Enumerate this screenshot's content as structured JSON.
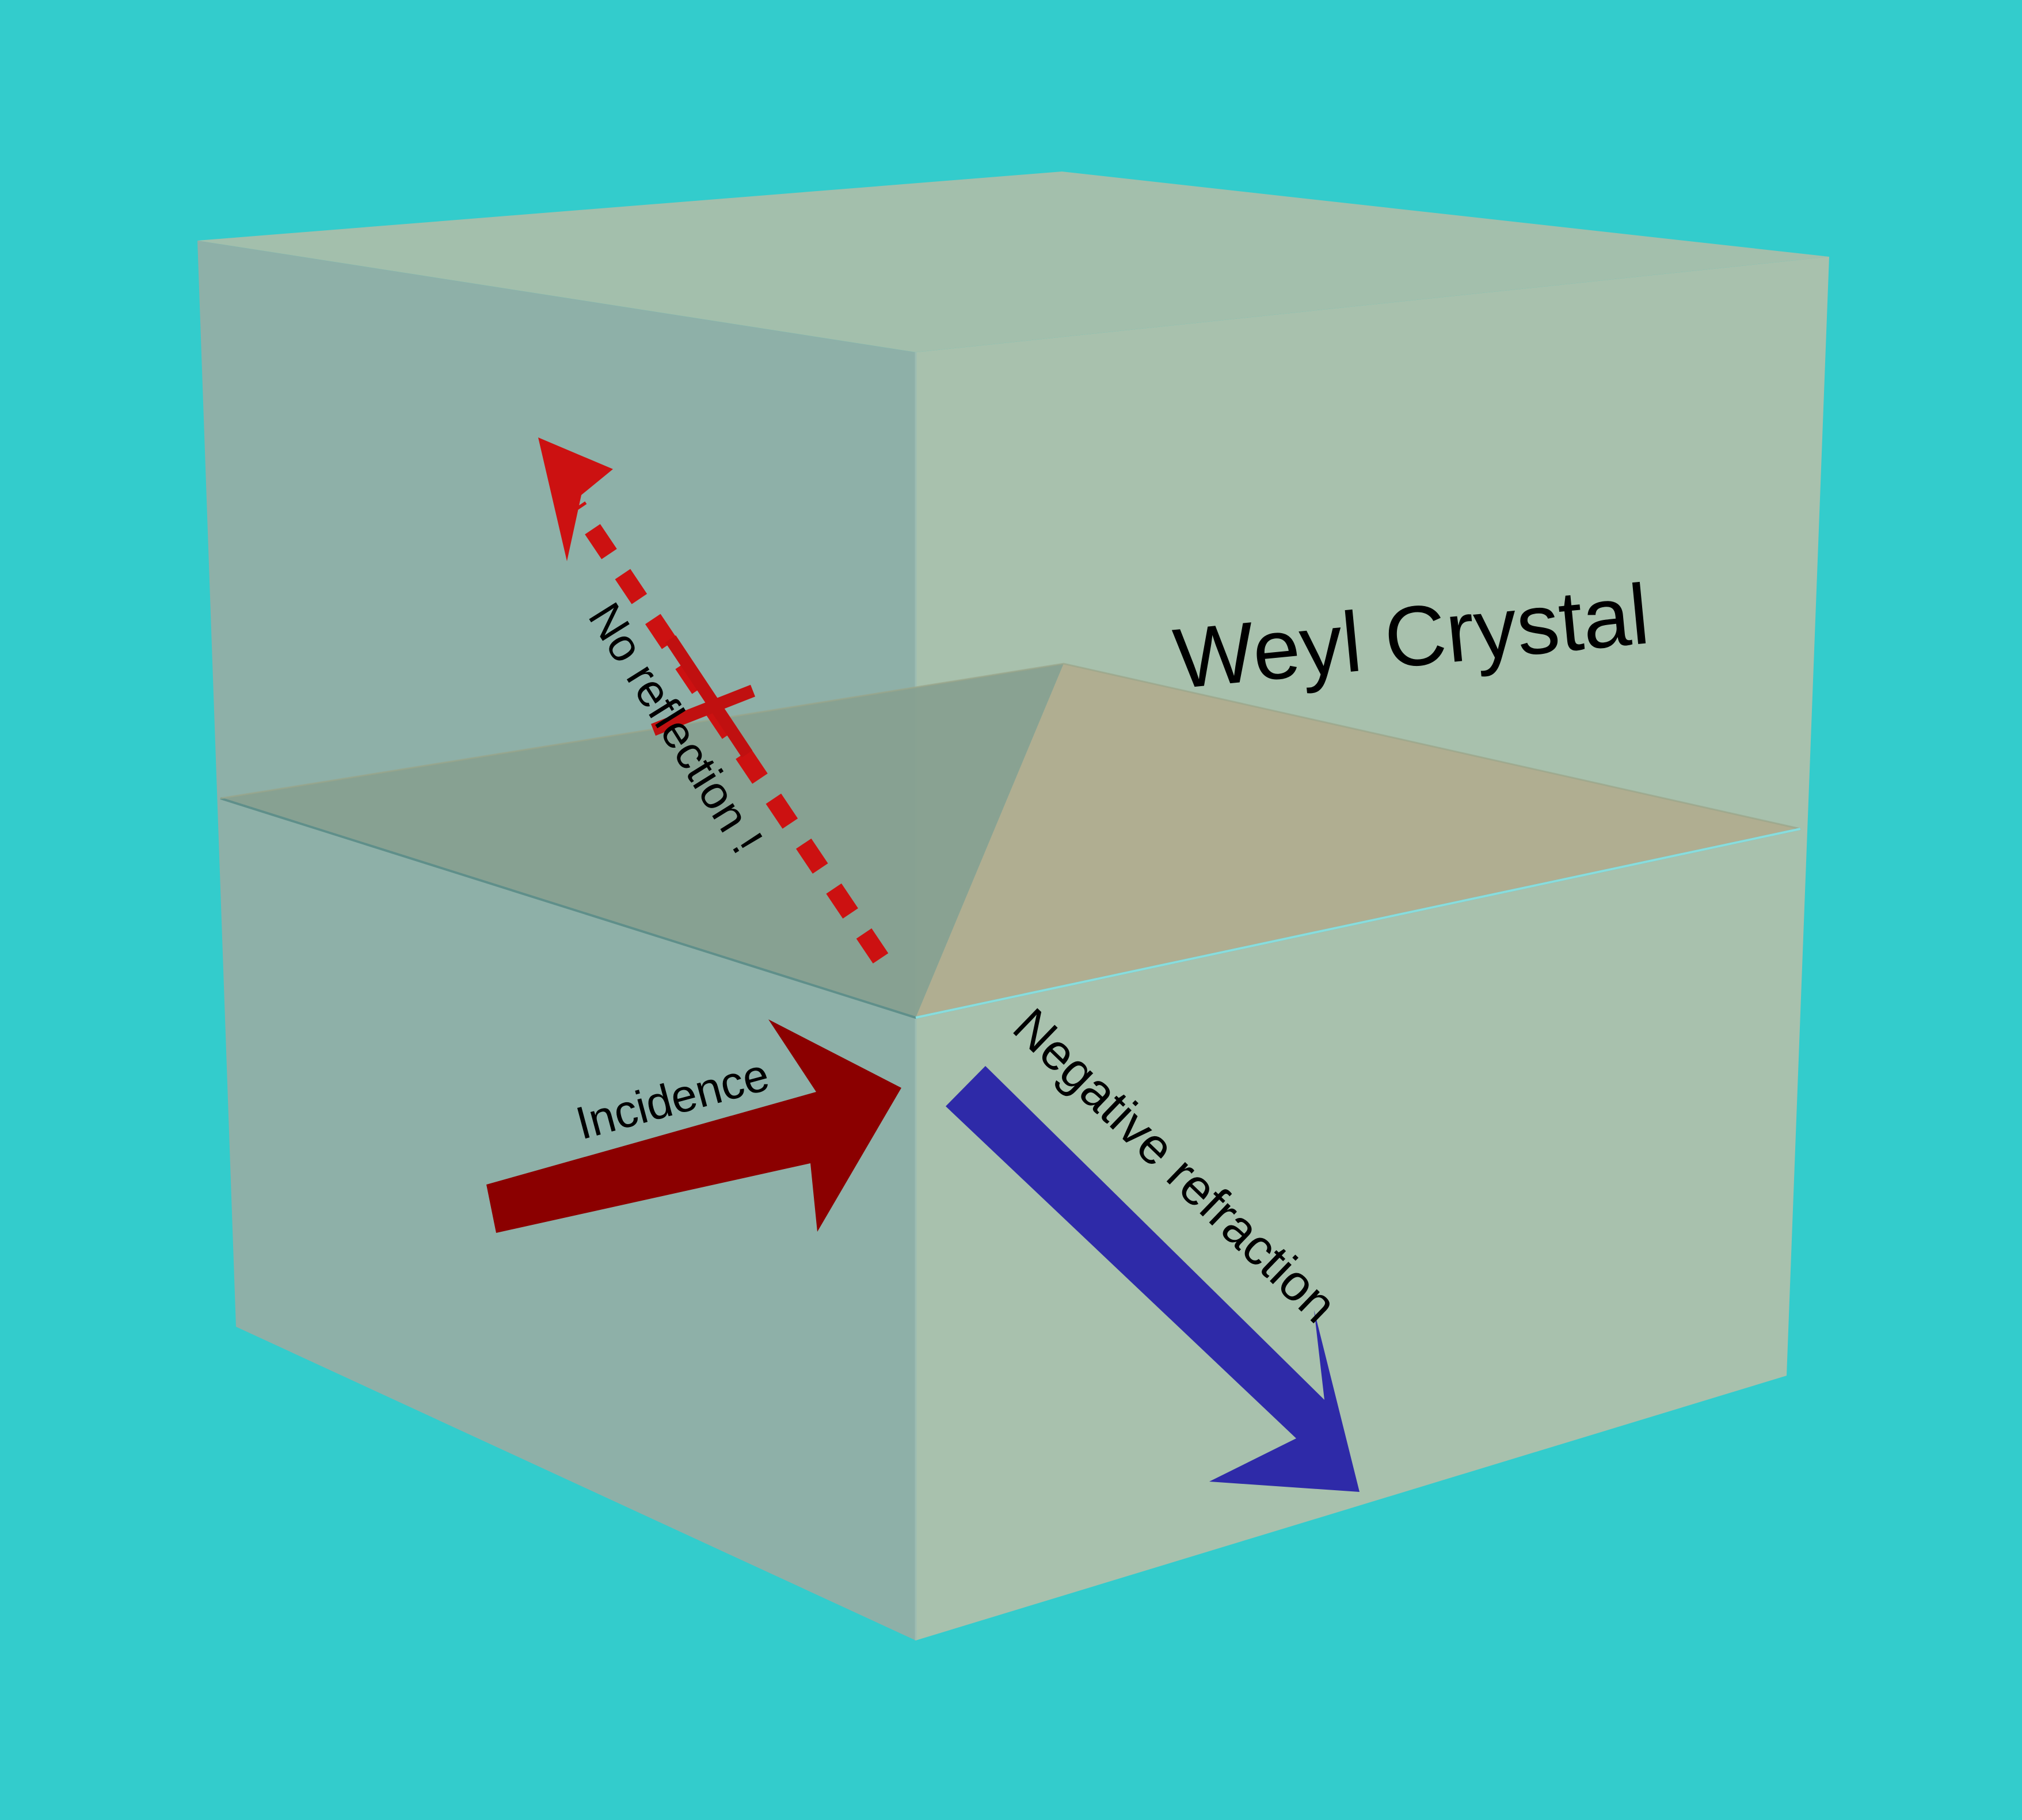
{
  "diagram": {
    "title": "Weyl Crystal",
    "labels": {
      "no_reflection": "No reflection !",
      "incidence": "Incidence",
      "negative_refraction": "Negative refraction"
    },
    "colors": {
      "background": "#33cccc",
      "crystal_left_face": "#8eb0a8",
      "crystal_right_face": "#a8c1ad",
      "crystal_top_face": "#a3bfac",
      "interface_plane": "#b0ad8f",
      "incident_arrow": "#8b0000",
      "reflected_arrow": "#cc1111",
      "refracted_arrow": "#2e2aa8",
      "text": "#000000"
    }
  }
}
